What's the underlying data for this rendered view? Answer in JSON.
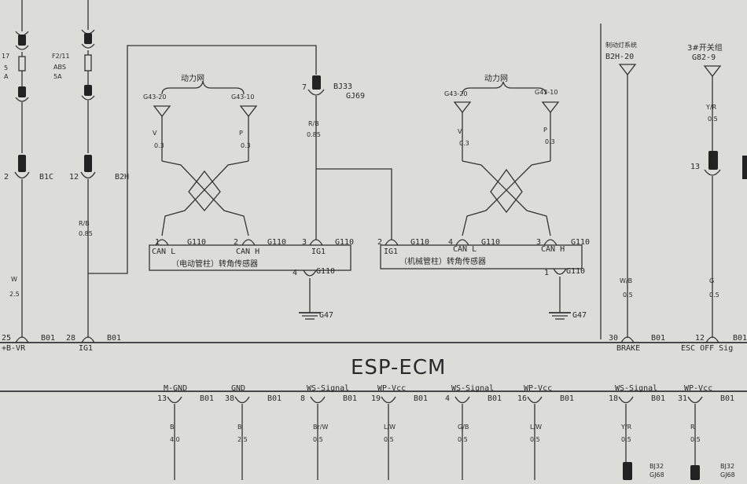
{
  "module_title": "ESP-ECM",
  "left_fuses": {
    "a": {
      "name": "17",
      "rating_a": "5",
      "rating_b": "A"
    },
    "b": {
      "name": "F2/11",
      "system": "ABS",
      "rating": "5A"
    }
  },
  "left_connectors": {
    "b1c_pin": "2",
    "b1c_label": "B1C",
    "b2h_pin": "12",
    "b2h_label": "B2H",
    "wire_rb": {
      "color": "R/B",
      "size": "0.85"
    },
    "wire_w": {
      "color": "W",
      "size": "2.5"
    }
  },
  "top_wires": {
    "power_net_label": "动力网",
    "g43_20": "G43-20",
    "g43_10": "G43-10",
    "v": "V",
    "v_size": "0.3",
    "p": "P",
    "p_size": "0.3"
  },
  "bj33": {
    "pin": "7",
    "connector": "BJ33",
    "ref": "GJ69",
    "color": "R/B",
    "size": "0.85"
  },
  "electric_sensor": {
    "name": "（电动管柱）转角传感器",
    "pins": [
      {
        "num": "1",
        "conn": "G110",
        "label": "CAN L"
      },
      {
        "num": "2",
        "conn": "G110",
        "label": "CAN H"
      },
      {
        "num": "3",
        "conn": "G110",
        "label": "IG1"
      },
      {
        "num": "4",
        "conn": "G110",
        "label": ""
      }
    ],
    "ground": "G47"
  },
  "mechanical_sensor": {
    "name": "（机械管柱）转角传感器",
    "pins": [
      {
        "num": "2",
        "conn": "G110",
        "label": "IG1"
      },
      {
        "num": "4",
        "conn": "G110",
        "label": "CAN L"
      },
      {
        "num": "3",
        "conn": "G110",
        "label": "CAN H"
      },
      {
        "num": "1",
        "conn": "G110",
        "label": ""
      }
    ],
    "ground": "G47"
  },
  "right_inputs": {
    "brake_system": "制动灯系统",
    "brake_ref": "B2H-20",
    "brake_wire": {
      "color": "W/B",
      "size": "0.5"
    },
    "switch_group": "3#开关组",
    "switch_ref": "G82-9",
    "switch_wire": {
      "color": "Y/R",
      "size": "0.5"
    },
    "switch_pin": "13",
    "esc_wire": {
      "color": "G",
      "size": "0.5"
    }
  },
  "ecm_top_pins": [
    {
      "num": "25",
      "conn": "B01",
      "label": "+B-VR"
    },
    {
      "num": "28",
      "conn": "B01",
      "label": "IG1"
    },
    {
      "num": "30",
      "conn": "B01",
      "label": "BRAKE"
    },
    {
      "num": "12",
      "conn": "B01",
      "label": "ESC OFF Sig"
    }
  ],
  "ecm_bottom_pins": [
    {
      "num": "13",
      "conn": "B01",
      "label": "M-GND",
      "color": "B",
      "size": "4.0"
    },
    {
      "num": "38",
      "conn": "B01",
      "label": "GND",
      "color": "B",
      "size": "2.5"
    },
    {
      "num": "8",
      "conn": "B01",
      "label": "WS-Signal",
      "color": "Br/W",
      "size": "0.5"
    },
    {
      "num": "19",
      "conn": "B01",
      "label": "WP-Vcc",
      "color": "L/W",
      "size": "0.5"
    },
    {
      "num": "4",
      "conn": "B01",
      "label": "WS-Signal",
      "color": "G/B",
      "size": "0.5"
    },
    {
      "num": "16",
      "conn": "B01",
      "label": "WP-Vcc",
      "color": "L/W",
      "size": "0.5"
    },
    {
      "num": "18",
      "conn": "B01",
      "label": "WS-Signal",
      "color": "Y/R",
      "size": "0.5"
    },
    {
      "num": "31",
      "conn": "B01",
      "label": "WP-Vcc",
      "color": "R",
      "size": "0.5"
    }
  ],
  "bottom_connectors": [
    {
      "name": "BJ32",
      "ref": "GJ68"
    },
    {
      "name": "BJ32",
      "ref": "GJ68"
    }
  ]
}
